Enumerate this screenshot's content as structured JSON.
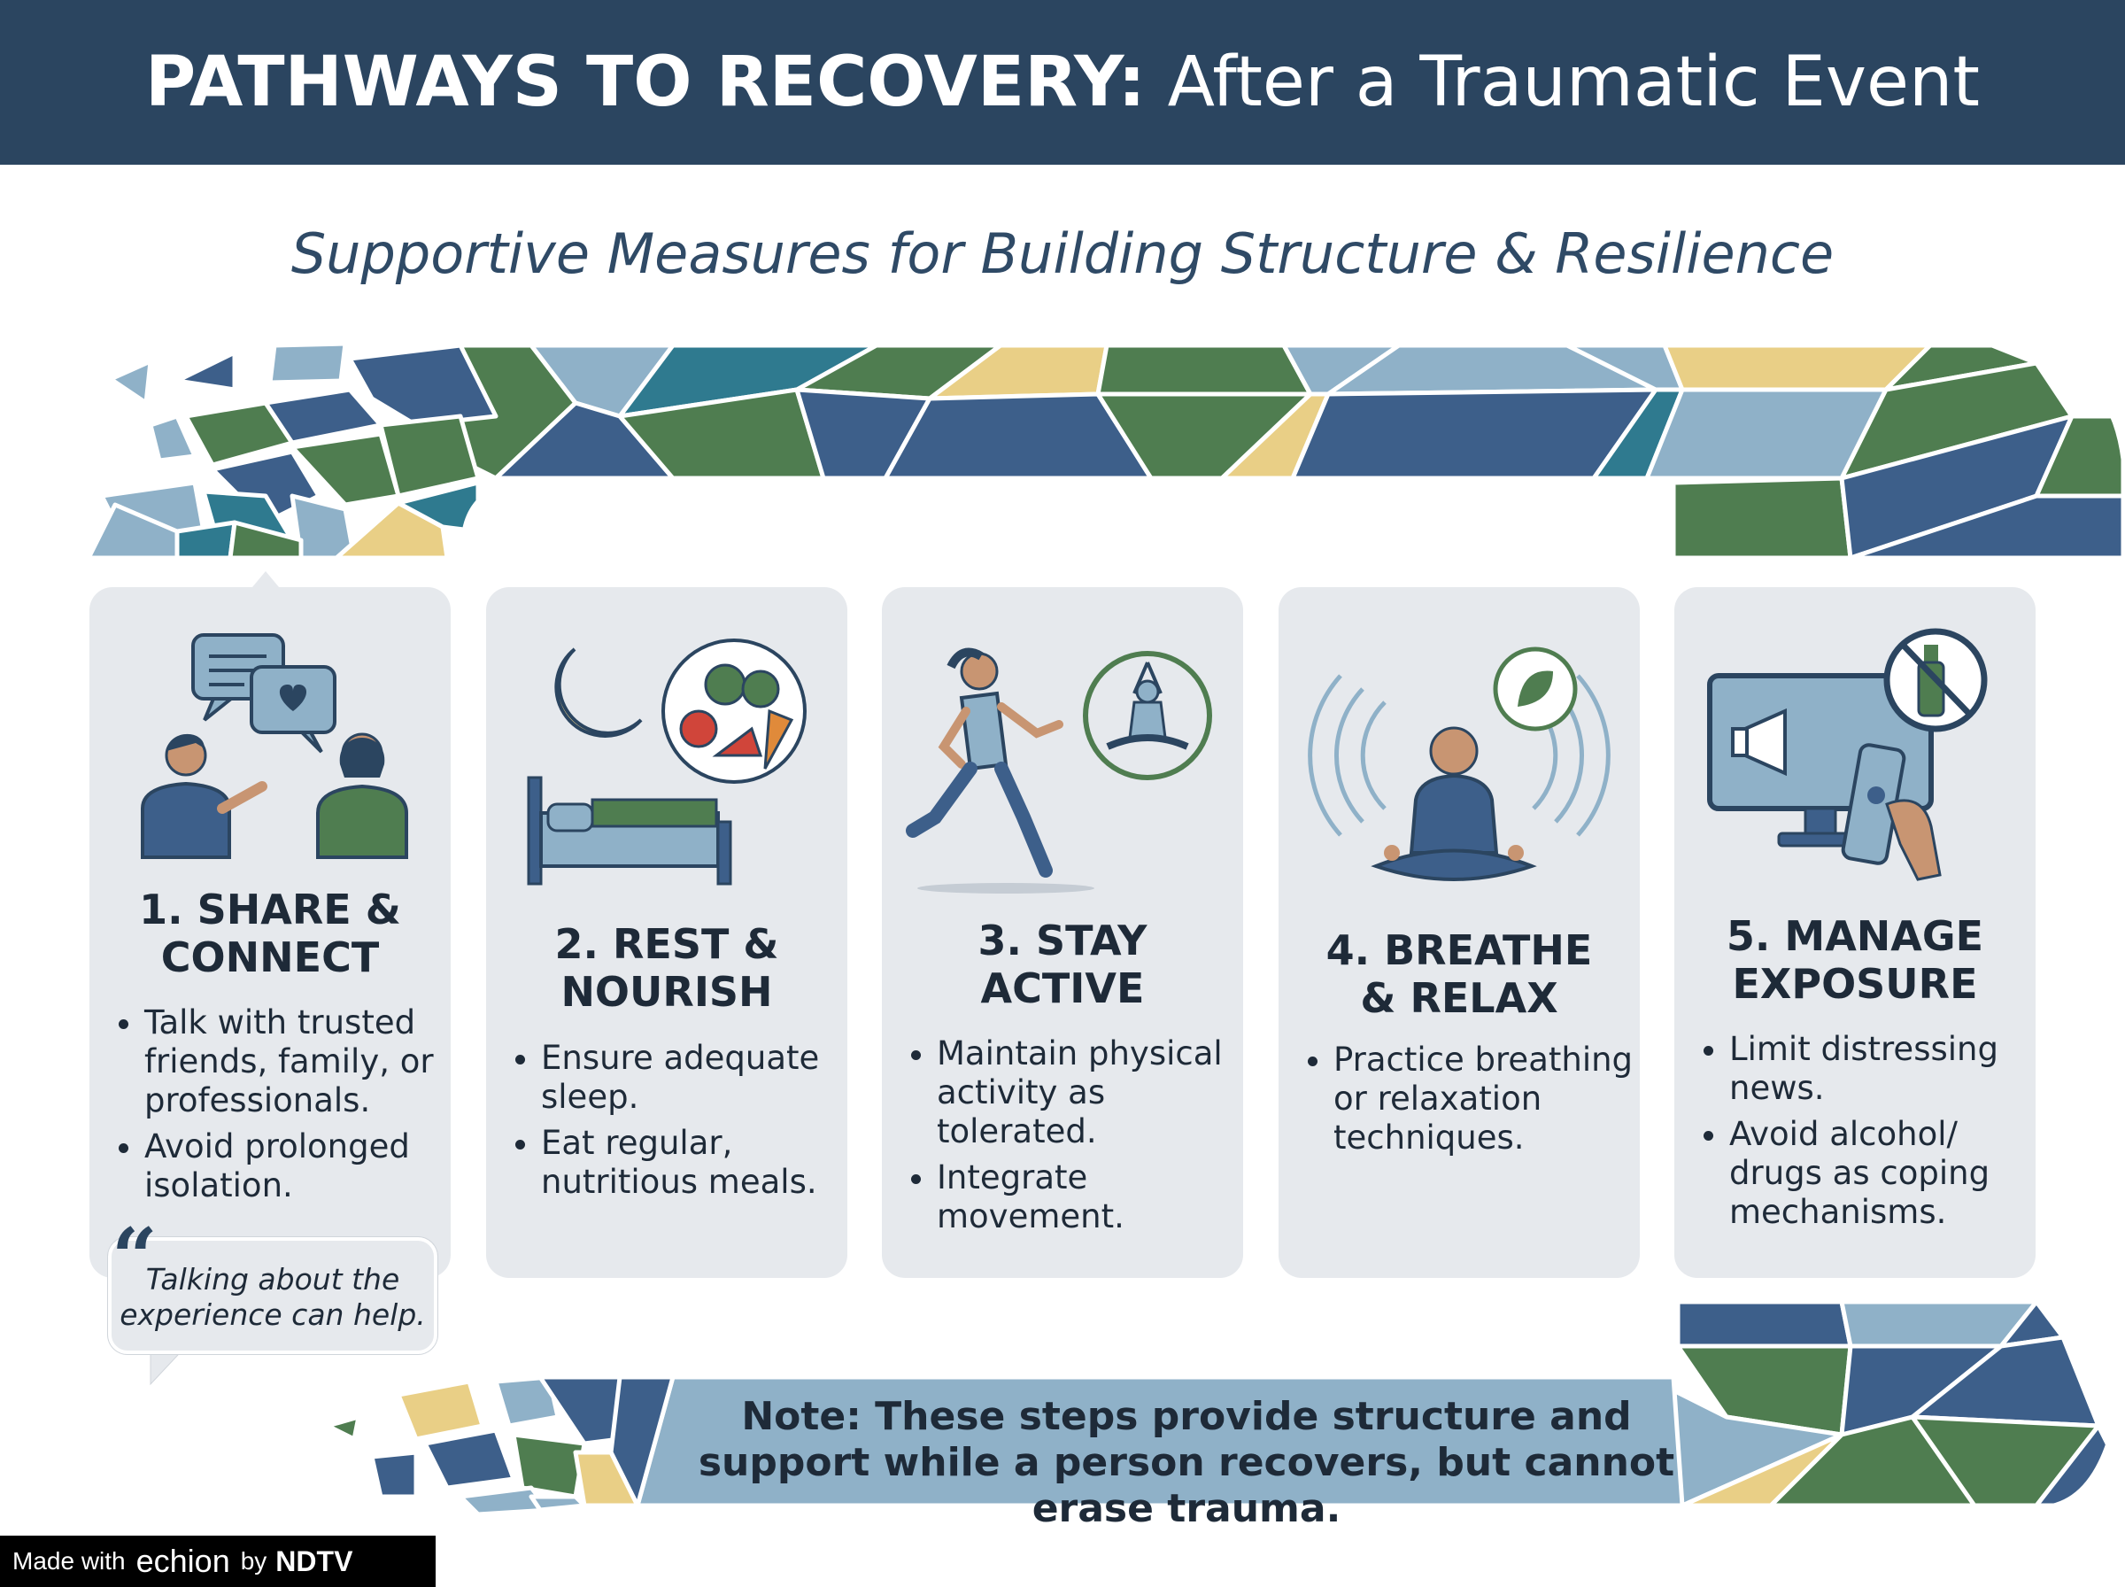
{
  "header": {
    "title_bold": "PATHWAYS TO RECOVERY:",
    "title_rest": "After a Traumatic Event"
  },
  "subtitle": "Supportive Measures for Building Structure & Resilience",
  "colors": {
    "header_bg": "#2b4560",
    "card_bg": "#e6e9ed",
    "mosaic_navy": "#3d5f8a",
    "mosaic_teal": "#2f7a8f",
    "mosaic_green": "#4f7d50",
    "mosaic_sky": "#8fb1c8",
    "mosaic_sand": "#e9cf86"
  },
  "cards": [
    {
      "icon": "conversation-icon",
      "title_line1": "1. SHARE &",
      "title_line2": "CONNECT",
      "bullets": [
        "Talk with trusted friends, family, or professionals.",
        "Avoid prolonged isolation."
      ]
    },
    {
      "icon": "sleep-and-food-icon",
      "title_line1": "2. REST &",
      "title_line2": "NOURISH",
      "bullets": [
        "Ensure adequate sleep.",
        "Eat regular, nutritious meals."
      ]
    },
    {
      "icon": "runner-and-yoga-icon",
      "title_line1": "3. STAY",
      "title_line2": "ACTIVE",
      "bullets": [
        "Maintain physical activity as tolerated.",
        "Integrate movement."
      ]
    },
    {
      "icon": "meditation-icon",
      "title_line1": "4. BREATHE",
      "title_line2": "& RELAX",
      "bullets": [
        "Practice breathing or relaxation techniques."
      ]
    },
    {
      "icon": "screen-and-no-alcohol-icon",
      "title_line1": "5. MANAGE",
      "title_line2": "EXPOSURE",
      "bullets": [
        "Limit distressing news.",
        "Avoid alcohol/ drugs as coping mechanisms."
      ]
    }
  ],
  "quote": "Talking about the experience can help.",
  "note": "Note: These steps provide structure and support while a person recovers, but cannot erase trauma.",
  "badge": {
    "made_with": "Made with",
    "echion": "echion",
    "by": "by",
    "brand": "NDTV"
  }
}
